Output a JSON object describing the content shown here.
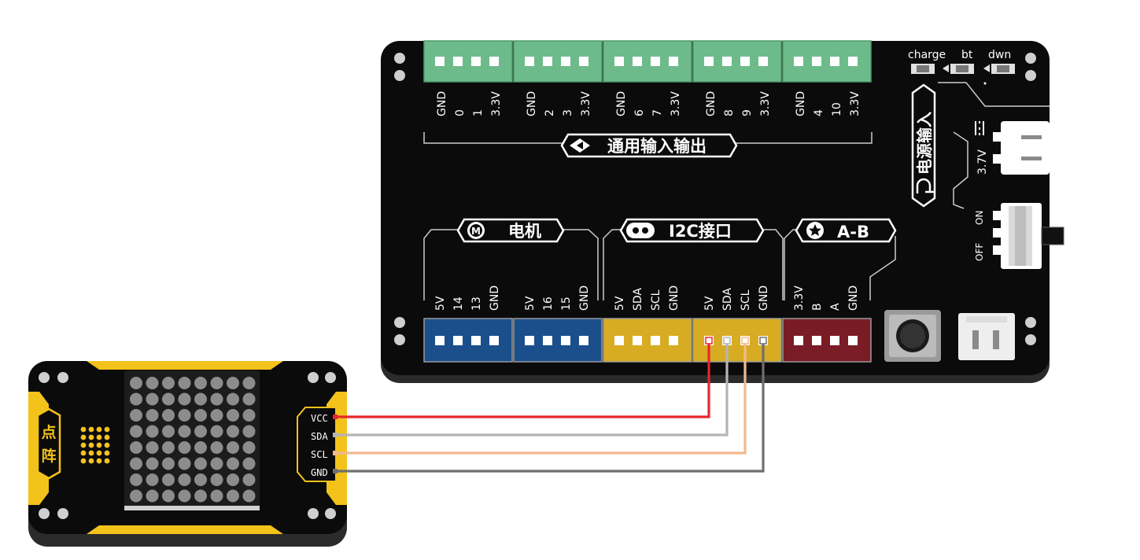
{
  "controller": {
    "status_labels": {
      "charge": "charge",
      "bt": "bt",
      "dwn": "dwn"
    },
    "gpio_title": "通用输入输出",
    "gpio_ports": [
      {
        "pins": [
          "GND",
          "0",
          "1",
          "3.3V"
        ]
      },
      {
        "pins": [
          "GND",
          "2",
          "3",
          "3.3V"
        ]
      },
      {
        "pins": [
          "GND",
          "6",
          "7",
          "3.3V"
        ]
      },
      {
        "pins": [
          "GND",
          "8",
          "9",
          "3.3V"
        ]
      },
      {
        "pins": [
          "GND",
          "4",
          "10",
          "3.3V"
        ]
      }
    ],
    "power": {
      "title": "电源输入",
      "voltage": "3.7V",
      "on": "ON",
      "off": "OFF"
    },
    "motor": {
      "title": "电机",
      "icon_letter": "M"
    },
    "i2c": {
      "title": "I2C接口"
    },
    "ab": {
      "title": "A-B"
    },
    "bottom_ports": [
      {
        "pins": [
          "5V",
          "14",
          "13",
          "GND"
        ],
        "color": "#1a4f8c"
      },
      {
        "pins": [
          "5V",
          "16",
          "15",
          "GND"
        ],
        "color": "#1a4f8c"
      },
      {
        "pins": [
          "5V",
          "SDA",
          "SCL",
          "GND"
        ],
        "color": "#d8ac22"
      },
      {
        "pins": [
          "5V",
          "SDA",
          "SCL",
          "GND"
        ],
        "color": "#d8ac22"
      },
      {
        "pins": [
          "3.3V",
          "B",
          "A",
          "GND"
        ],
        "color": "#7a1c25"
      }
    ]
  },
  "matrix_module": {
    "title_chars": [
      "点",
      "阵"
    ],
    "pins": [
      "VCC",
      "SDA",
      "SCL",
      "GND"
    ]
  },
  "wires": [
    {
      "name": "VCC",
      "color": "#e8262b"
    },
    {
      "name": "SDA",
      "color": "#b5b5b5"
    },
    {
      "name": "SCL",
      "color": "#f2b98e"
    },
    {
      "name": "GND",
      "color": "#6f6f6f"
    }
  ],
  "colors": {
    "board": "#0b0b0b",
    "gpio_green": "#6dbb8a",
    "module_yellow": "#f3c21b"
  }
}
